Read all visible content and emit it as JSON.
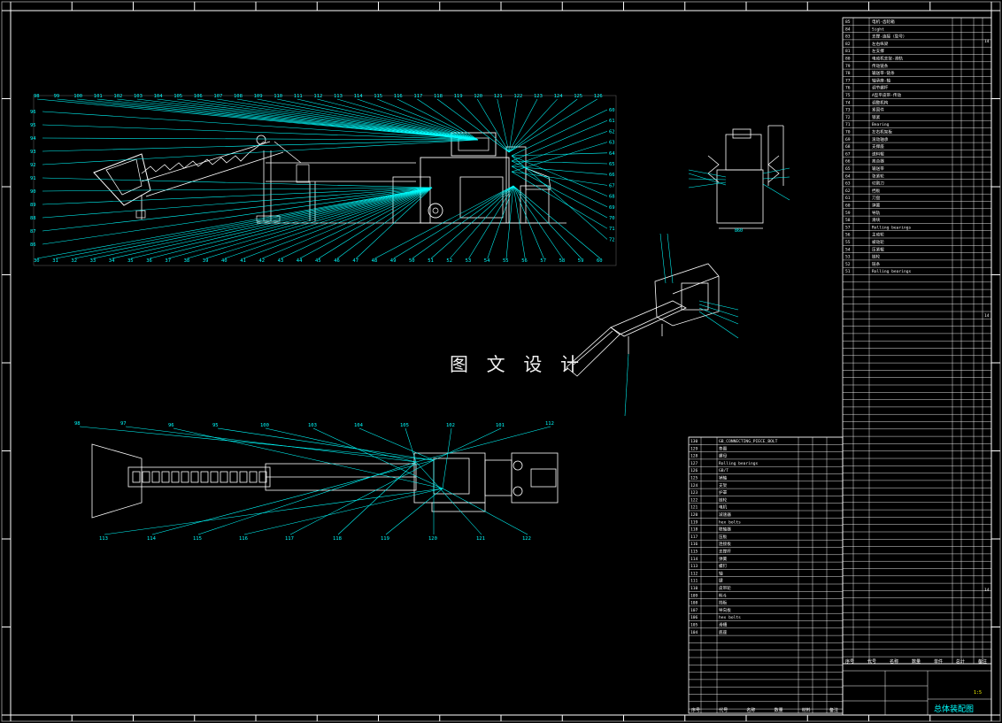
{
  "watermark": "图 文 设 计",
  "title_block": {
    "drawing_name": "总体装配图",
    "scale": "1:5",
    "sheet_header_labels": [
      "序号",
      "代号",
      "名称",
      "数量",
      "材料",
      "备注"
    ]
  },
  "main_parts_list": {
    "column_headers": [
      "序号",
      "代号",
      "名称",
      "数量",
      "单件",
      "总计",
      "备注"
    ],
    "rows": [
      [
        "85",
        "",
        "电机-齿轮箱"
      ],
      [
        "84",
        "",
        "Sight"
      ],
      [
        "83",
        "",
        "支撑-连接（型号）"
      ],
      [
        "82",
        "",
        "左右纵梁"
      ],
      [
        "81",
        "",
        "左支撑"
      ],
      [
        "80",
        "",
        "电动机支架-滑轨"
      ],
      [
        "79",
        "",
        "传动链条"
      ],
      [
        "78",
        "",
        "输送带-链条"
      ],
      [
        "77",
        "",
        "轴承座-轴"
      ],
      [
        "76",
        "",
        "调节螺杆"
      ],
      [
        "75",
        "",
        "A型平皮带-传动"
      ],
      [
        "74",
        "",
        "调整机构"
      ],
      [
        "73",
        "",
        "紧固件"
      ],
      [
        "72",
        "",
        "锁紧"
      ],
      [
        "71",
        "",
        "Bearing"
      ],
      [
        "70",
        "",
        "左右机架板"
      ],
      [
        "69",
        "",
        "滚动轴承"
      ],
      [
        "68",
        "",
        "支撑座"
      ],
      [
        "67",
        "",
        "送料辊"
      ],
      [
        "66",
        "",
        "离合器"
      ],
      [
        "65",
        "",
        "输送带"
      ],
      [
        "64",
        "",
        "张紧轮"
      ],
      [
        "63",
        "",
        "切割刀"
      ],
      [
        "62",
        "",
        "挡板"
      ],
      [
        "61",
        "",
        "刀盘"
      ],
      [
        "60",
        "",
        "弹簧"
      ],
      [
        "59",
        "",
        "导轨"
      ],
      [
        "58",
        "",
        "滑块"
      ],
      [
        "57",
        "",
        "Rolling bearings"
      ],
      [
        "56",
        "",
        "主动轮"
      ],
      [
        "55",
        "",
        "被动轮"
      ],
      [
        "54",
        "",
        "压紧辊"
      ],
      [
        "53",
        "",
        "链轮"
      ],
      [
        "52",
        "",
        "链条"
      ],
      [
        "51",
        "",
        "Rolling bearings"
      ]
    ],
    "qty_marks": [
      "14",
      "14",
      "14"
    ]
  },
  "lower_parts_list": {
    "rows": [
      [
        "130",
        "",
        "GB_CONNECTING_PIECE_BOLT"
      ],
      [
        "129",
        "",
        "垫圈"
      ],
      [
        "128",
        "",
        "螺母"
      ],
      [
        "127",
        "",
        "Rolling bearings"
      ],
      [
        "126",
        "",
        "GB/T"
      ],
      [
        "125",
        "",
        "销轴"
      ],
      [
        "124",
        "",
        "支架"
      ],
      [
        "123",
        "",
        "护罩"
      ],
      [
        "122",
        "",
        "链轮"
      ],
      [
        "121",
        "",
        "电机"
      ],
      [
        "120",
        "",
        "减速器"
      ],
      [
        "119",
        "",
        "hex bolts"
      ],
      [
        "118",
        "",
        "联轴器"
      ],
      [
        "117",
        "",
        "压板"
      ],
      [
        "116",
        "",
        "连接板"
      ],
      [
        "115",
        "",
        "支撑杆"
      ],
      [
        "114",
        "",
        "弹簧"
      ],
      [
        "113",
        "",
        "螺钉"
      ],
      [
        "112",
        "",
        "轴"
      ],
      [
        "111",
        "",
        "键"
      ],
      [
        "110",
        "",
        "皮带轮"
      ],
      [
        "109",
        "",
        "料斗"
      ],
      [
        "108",
        "",
        "挡板"
      ],
      [
        "107",
        "",
        "导向板"
      ],
      [
        "106",
        "",
        "hex bolts"
      ],
      [
        "105",
        "",
        "滑槽"
      ],
      [
        "104",
        "",
        "底座"
      ]
    ]
  },
  "callouts": {
    "top_row": [
      "98",
      "99",
      "100",
      "101",
      "102",
      "103",
      "104",
      "105",
      "106",
      "107",
      "108",
      "109",
      "110",
      "111",
      "112",
      "113",
      "114",
      "115",
      "116",
      "117",
      "118",
      "119",
      "120",
      "121",
      "122",
      "123",
      "124",
      "125",
      "126"
    ],
    "bottom_row": [
      "30",
      "31",
      "32",
      "33",
      "34",
      "35",
      "36",
      "37",
      "38",
      "39",
      "40",
      "41",
      "42",
      "43",
      "44",
      "45",
      "46",
      "47",
      "48",
      "49",
      "50",
      "51",
      "52",
      "53",
      "54",
      "55",
      "56",
      "57",
      "58",
      "59",
      "60"
    ],
    "left_col": [
      "96",
      "95",
      "94",
      "93",
      "92",
      "91",
      "90",
      "89",
      "88",
      "87",
      "86"
    ],
    "right_col": [
      "60",
      "61",
      "62",
      "63",
      "64",
      "65",
      "66",
      "67",
      "68",
      "69",
      "70",
      "71",
      "72"
    ],
    "plan_view": [
      "98",
      "97",
      "96",
      "95",
      "100",
      "103",
      "104",
      "105",
      "102",
      "101",
      "112",
      "113",
      "114",
      "115",
      "116",
      "117",
      "118",
      "119",
      "120",
      "121",
      "122"
    ]
  },
  "colors": {
    "background": "#000000",
    "line": "#ffffff",
    "leader": "#00ffff",
    "text": "#00ffff",
    "accent": "#ffff00",
    "red": "#ff2020"
  }
}
